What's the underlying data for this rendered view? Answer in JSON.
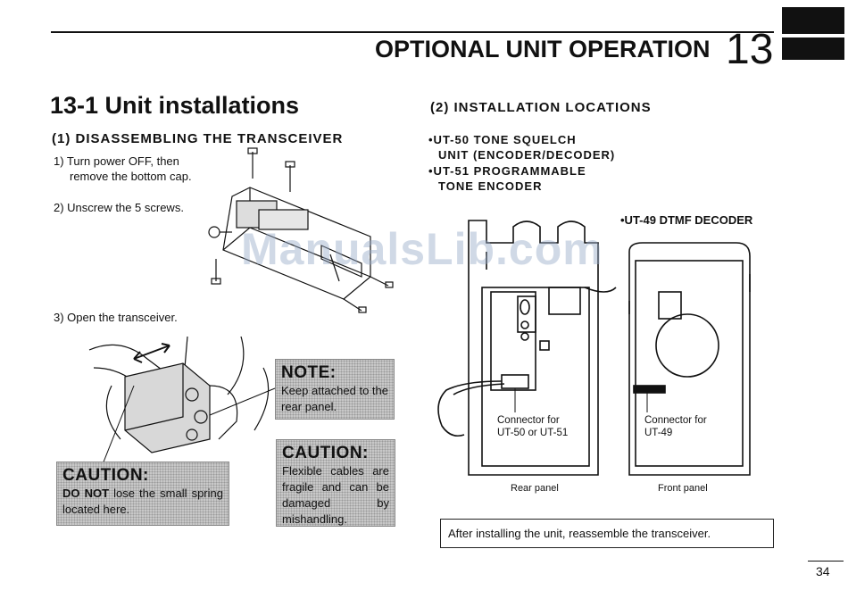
{
  "header": {
    "title": "OPTIONAL UNIT OPERATION",
    "chapter_number": "13"
  },
  "section": {
    "title": "13-1 Unit installations"
  },
  "disassembly": {
    "heading": "(1) DISASSEMBLING THE TRANSCEIVER",
    "step1_line1": "1) Turn power OFF, then",
    "step1_line2": "remove the bottom cap.",
    "step2": "2) Unscrew the 5 screws.",
    "step3": "3) Open the transceiver."
  },
  "note": {
    "title": "NOTE:",
    "text": "Keep attached to the rear panel."
  },
  "caution_spring": {
    "title": "CAUTION:",
    "text_bold": "DO NOT",
    "text_rest": " lose the small spring located here."
  },
  "caution_cables": {
    "title": "CAUTION:",
    "text": "Flexible cables are fragile and can be damaged by mishandling."
  },
  "locations": {
    "heading": "(2) INSTALLATION LOCATIONS",
    "item1_line1": "•UT-50 TONE SQUELCH",
    "item1_line2": "UNIT (ENCODER/DECODER)",
    "item2_line1": "•UT-51 PROGRAMMABLE",
    "item2_line2": "TONE ENCODER",
    "item3": "•UT-49 DTMF DECODER"
  },
  "diagram": {
    "connector_left_line1": "Connector for",
    "connector_left_line2": "UT-50 or UT-51",
    "connector_right_line1": "Connector for",
    "connector_right_line2": "UT-49",
    "rear_panel_label": "Rear panel",
    "front_panel_label": "Front panel"
  },
  "instruction": "After installing the unit, reassemble the transceiver.",
  "page_number": "34",
  "watermark": "ManualsLib.com"
}
